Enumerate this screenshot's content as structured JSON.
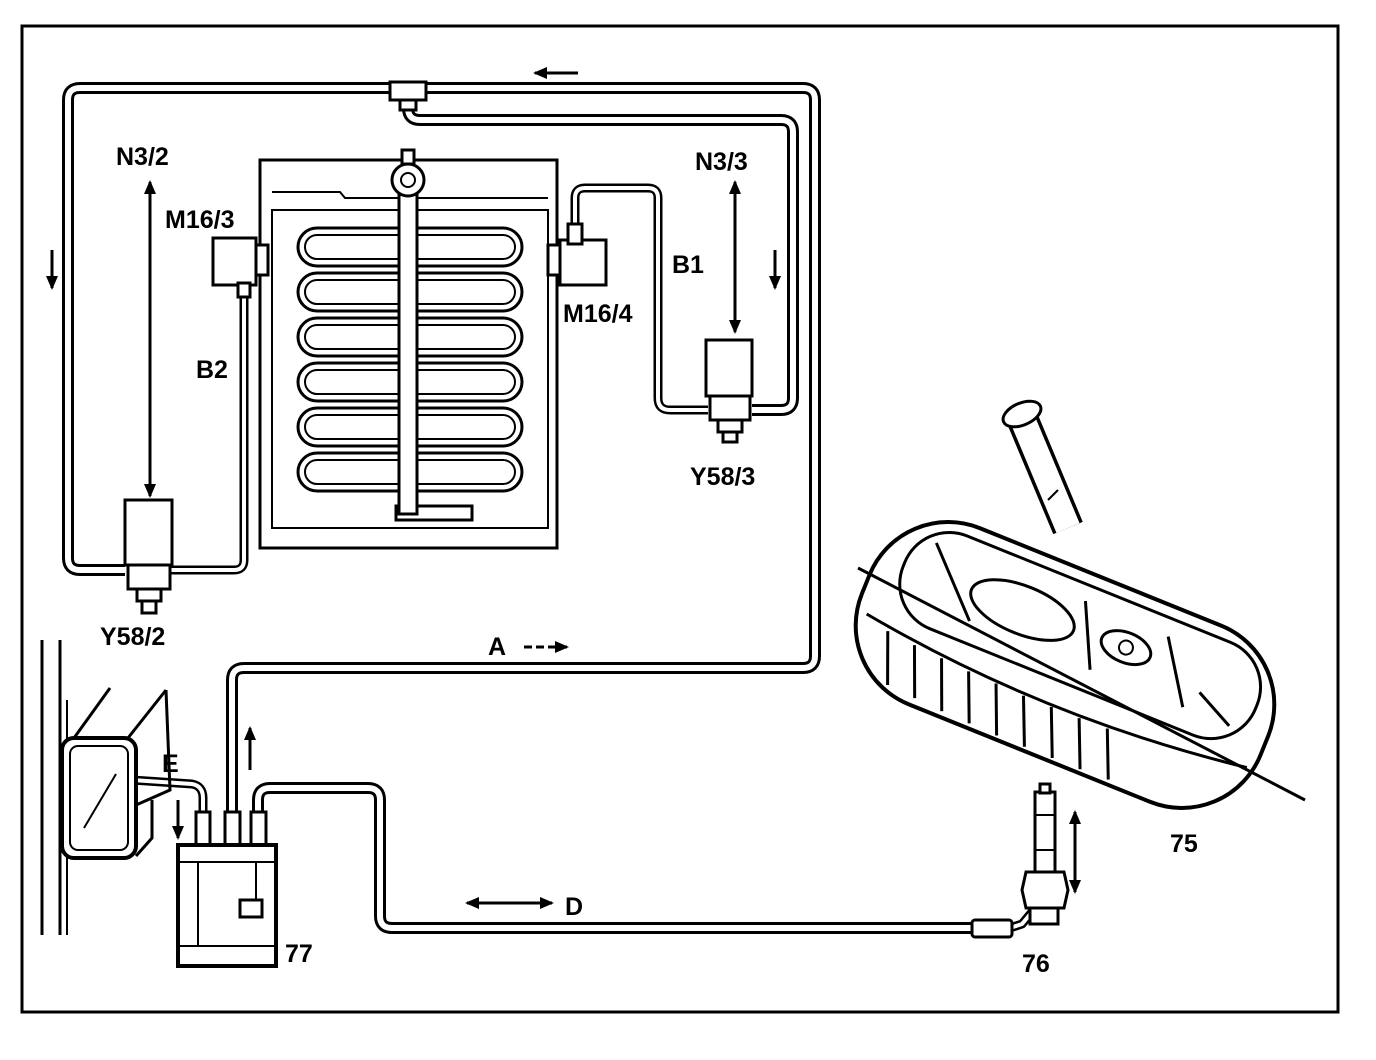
{
  "diagram": {
    "labels": {
      "n3_2": "N3/2",
      "m16_3": "M16/3",
      "b2": "B2",
      "y58_2": "Y58/2",
      "n3_3": "N3/3",
      "b1": "B1",
      "m16_4": "M16/4",
      "y58_3": "Y58/3",
      "line_a": "A",
      "line_e": "E",
      "line_d": "D",
      "part_77": "77",
      "part_76": "76",
      "part_75": "75"
    }
  }
}
